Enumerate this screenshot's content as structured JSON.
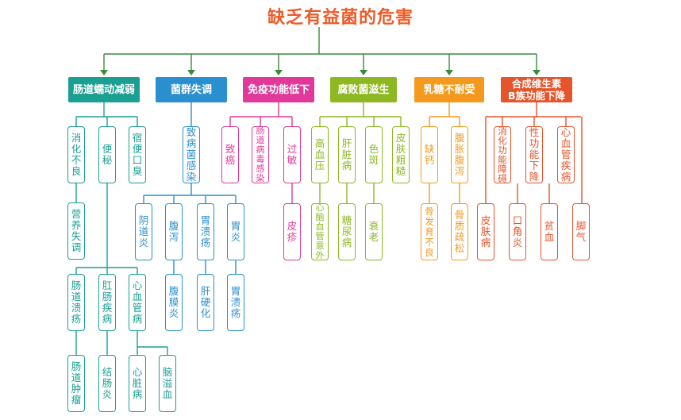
{
  "title": "缺乏有益菌的危害",
  "colors": {
    "trunk": "#3a8a3a",
    "teal": "#1b9f93",
    "blue": "#2a8fcf",
    "pink": "#e0399a",
    "lime": "#8db822",
    "orange": "#f39a1e",
    "red": "#e5542a"
  },
  "categories": [
    {
      "label": "肠道蠕动减弱",
      "color": "teal"
    },
    {
      "label": "菌群失调",
      "color": "blue"
    },
    {
      "label": "免疫功能低下",
      "color": "pink"
    },
    {
      "label": "腐败菌滋生",
      "color": "lime"
    },
    {
      "label": "乳糖不耐受",
      "color": "orange"
    },
    {
      "label": "合成维生素\nB族功能下降",
      "color": "red"
    }
  ],
  "leaves": {
    "c1": [
      "消化不良",
      "便秘",
      "宿便口臭",
      "营养失调",
      "肠道溃疡",
      "肛肠疾病",
      "心血管病",
      "肠道肿瘤",
      "结肠炎",
      "心脏病",
      "脑溢血"
    ],
    "c2": [
      "致病菌感染",
      "阴道炎",
      "腹泻",
      "胃溃疡",
      "胃炎",
      "腹膜炎",
      "肝硬化",
      "胃溃疡"
    ],
    "c3": [
      "致癌",
      "肠道病毒感染",
      "过敏",
      "皮疹"
    ],
    "c4": [
      "高血压",
      "肝脏病",
      "色斑",
      "皮肤粗糙",
      "心脑血管意外",
      "糖尿病",
      "衰老"
    ],
    "c5": [
      "缺钙",
      "腹胀腹泻",
      "骨发育不良",
      "骨质疏松"
    ],
    "c6": [
      "消化功能障碍",
      "性功能下降",
      "心血管疾病",
      "皮肤病",
      "口角炎",
      "贫血",
      "脚气"
    ]
  }
}
